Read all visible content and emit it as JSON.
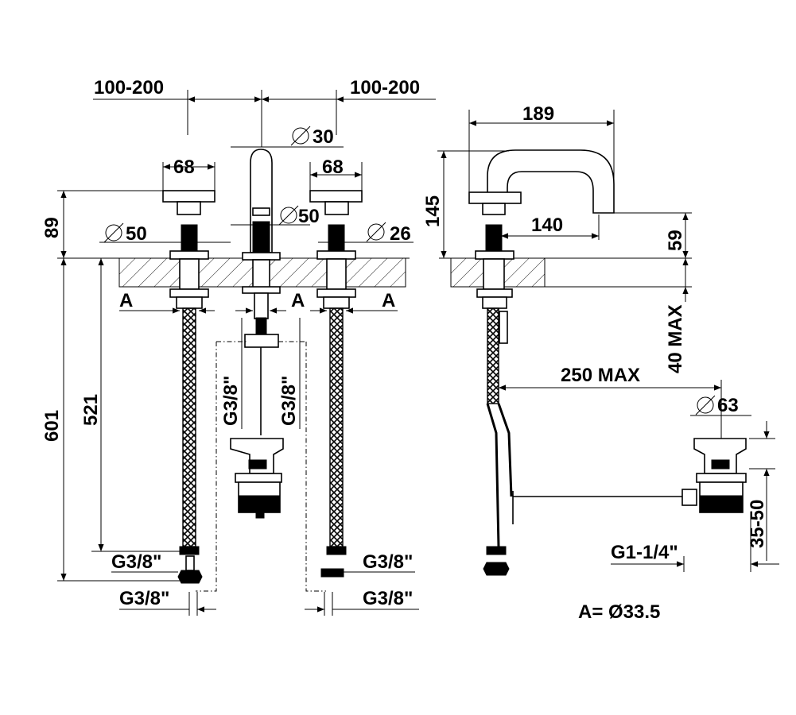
{
  "labels": {
    "spacing_left": "100-200",
    "spacing_right": "100-200",
    "dia_30": "30",
    "width_68_left": "68",
    "width_68_right": "68",
    "height_89": "89",
    "dia_50_left": "50",
    "dia_50_center": "50",
    "dia_26": "26",
    "a_left": "A",
    "a_center": "A",
    "a_right": "A",
    "height_601": "601",
    "height_521": "521",
    "g38_left_top": "G3/8\"",
    "g38_left_bottom": "G3/8\"",
    "g38_center_left": "G3/8\"",
    "g38_center_right": "G3/8\"",
    "g38_right_top": "G3/8\"",
    "g38_right_bottom": "G3/8\"",
    "reach_189": "189",
    "height_145": "145",
    "reach_140": "140",
    "height_59": "59",
    "max_40": "40 MAX",
    "max_250": "250 MAX",
    "dia_63": "63",
    "range_35_50": "35-50",
    "g114": "G1-1/4\"",
    "a_note": "A= Ø33.5"
  }
}
